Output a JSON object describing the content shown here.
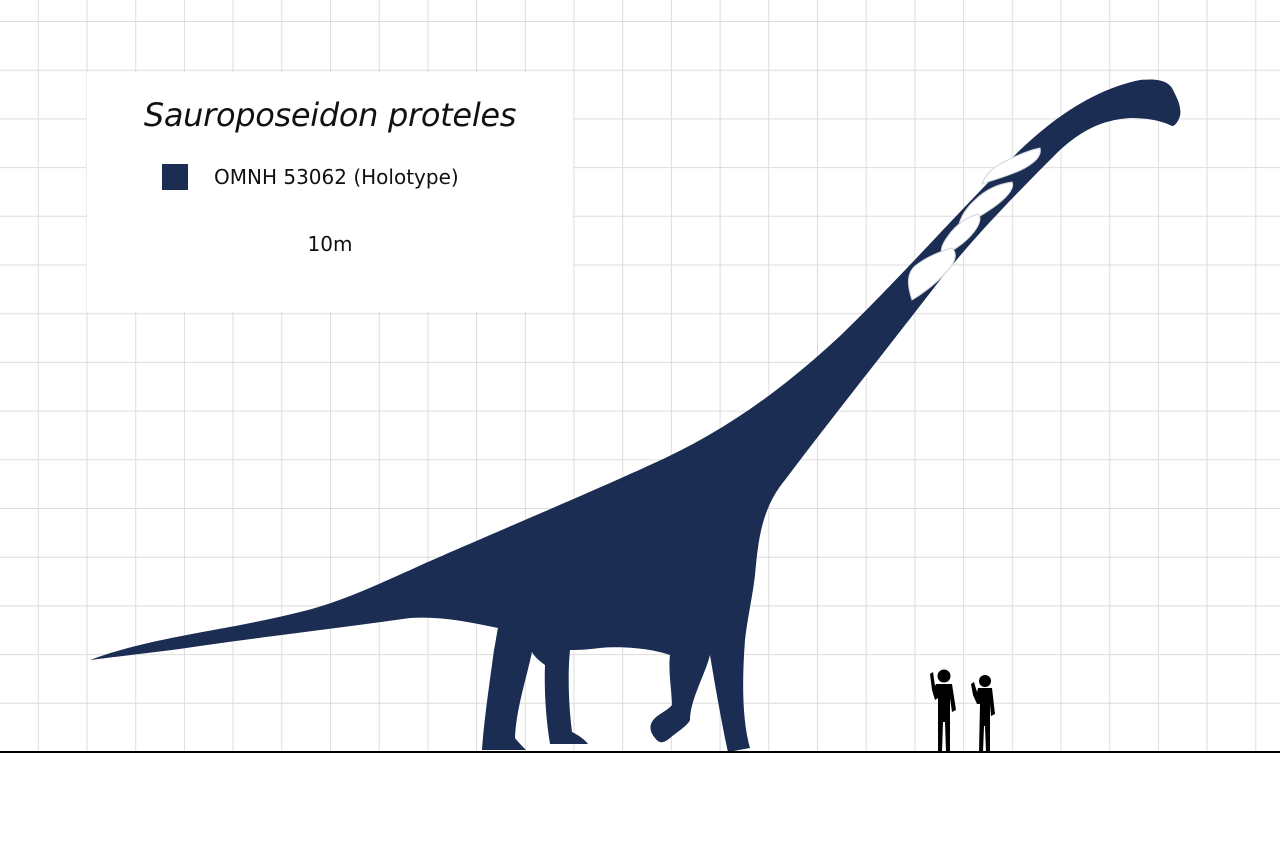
{
  "species": {
    "name": "Sauroposeidon proteles"
  },
  "legend": {
    "specimen_label": "OMNH 53062 (Holotype)",
    "specimen_color": "#1b2d52"
  },
  "scale_bar": {
    "label": "10m"
  },
  "colors": {
    "grid": "#dddddd",
    "ground": "#000000",
    "human": "#000000",
    "bones": "#ffffff"
  },
  "icons": {
    "silhouette": "sauropod-silhouette",
    "humans": "human-silhouette"
  }
}
